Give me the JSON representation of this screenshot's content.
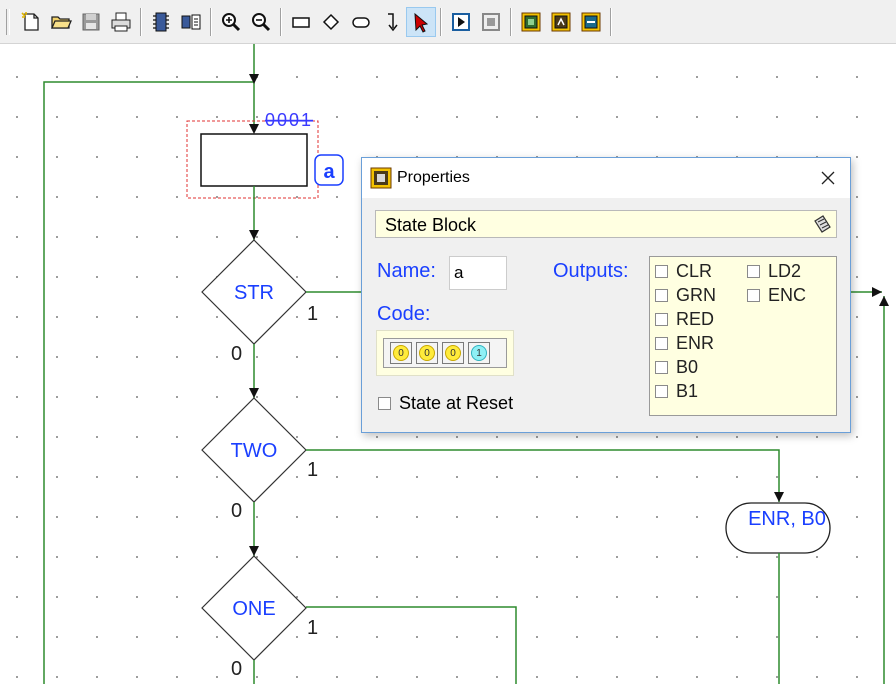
{
  "toolbar": {
    "buttons": [
      {
        "name": "new-file-icon"
      },
      {
        "name": "open-folder-icon"
      },
      {
        "name": "save-icon"
      },
      {
        "name": "print-icon"
      },
      {
        "name": "chip-icon"
      },
      {
        "name": "chip-outputs-icon"
      },
      {
        "name": "zoom-in-icon"
      },
      {
        "name": "zoom-out-icon"
      },
      {
        "name": "rectangle-state-icon"
      },
      {
        "name": "diamond-decision-icon"
      },
      {
        "name": "oval-output-icon"
      },
      {
        "name": "arrow-connector-icon"
      },
      {
        "name": "select-pointer-icon"
      },
      {
        "name": "play-icon"
      },
      {
        "name": "stop-icon"
      },
      {
        "name": "compile-icon"
      },
      {
        "name": "simulate-icon"
      },
      {
        "name": "program-icon"
      }
    ]
  },
  "diagram": {
    "state_code": "0001",
    "state_name": "a",
    "decisions": [
      {
        "label": "STR",
        "true_label": "1",
        "false_label": "0"
      },
      {
        "label": "TWO",
        "true_label": "1",
        "false_label": "0"
      },
      {
        "label": "ONE",
        "true_label": "1",
        "false_label": "0"
      }
    ],
    "output_oval": "ENR, B0"
  },
  "dialog": {
    "title": "Properties",
    "type_label": "State Block",
    "name_label": "Name:",
    "name_value": "a",
    "code_label": "Code:",
    "code_bits": [
      "0",
      "0",
      "0",
      "1"
    ],
    "reset_label": "State at Reset",
    "outputs_label": "Outputs:",
    "outputs_col1": [
      "CLR",
      "GRN",
      "RED",
      "ENR",
      "B0",
      "B1"
    ],
    "outputs_col2": [
      "LD2",
      "ENC"
    ]
  }
}
